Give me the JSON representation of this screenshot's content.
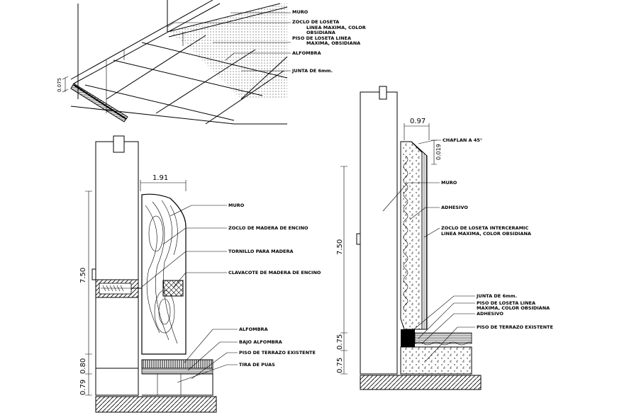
{
  "perspective": {
    "labels": [
      "MURO",
      "ZOCLO DE LOSETA",
      "LINEA MAXIMA, COLOR",
      "OBSIDIANA",
      "PISO DE LOSETA LINEA",
      "MAXIMA, OBSIDIANA",
      "ALFOMBRA",
      "JUNTA DE 6mm."
    ],
    "dimension": "0.075"
  },
  "left_section": {
    "width_dim": "1.91",
    "height_dims": [
      "7.50",
      "0.80",
      "0.79"
    ],
    "labels": [
      "MURO",
      "ZOCLO DE MADERA DE ENCINO",
      "TORNILLO PARA MADERA",
      "CLAVACOTE DE MADERA DE ENCINO",
      "ALFOMBRA",
      "BAJO ALFOMBRA",
      "PISO DE TERRAZO EXISTENTE",
      "TIRA DE PUAS"
    ]
  },
  "right_section": {
    "width_dim": "0.97",
    "chamfer_dim": "0.019",
    "height_dims": [
      "7.50",
      "0.75",
      "0.75"
    ],
    "labels": [
      "CHAFLAN A 45°",
      "MURO",
      "ADHESIVO",
      "ZOCLO DE LOSETA INTERCERAMIC",
      "LINEA MAXIMA, COLOR OBSIDIANA",
      "JUNTA DE 6mm.",
      "PISO DE LOSETA LINEA",
      "MAXIMA, COLOR OBSIDIANA",
      "ADHESIVO",
      "PISO DE TERRAZO EXISTENTE"
    ]
  }
}
